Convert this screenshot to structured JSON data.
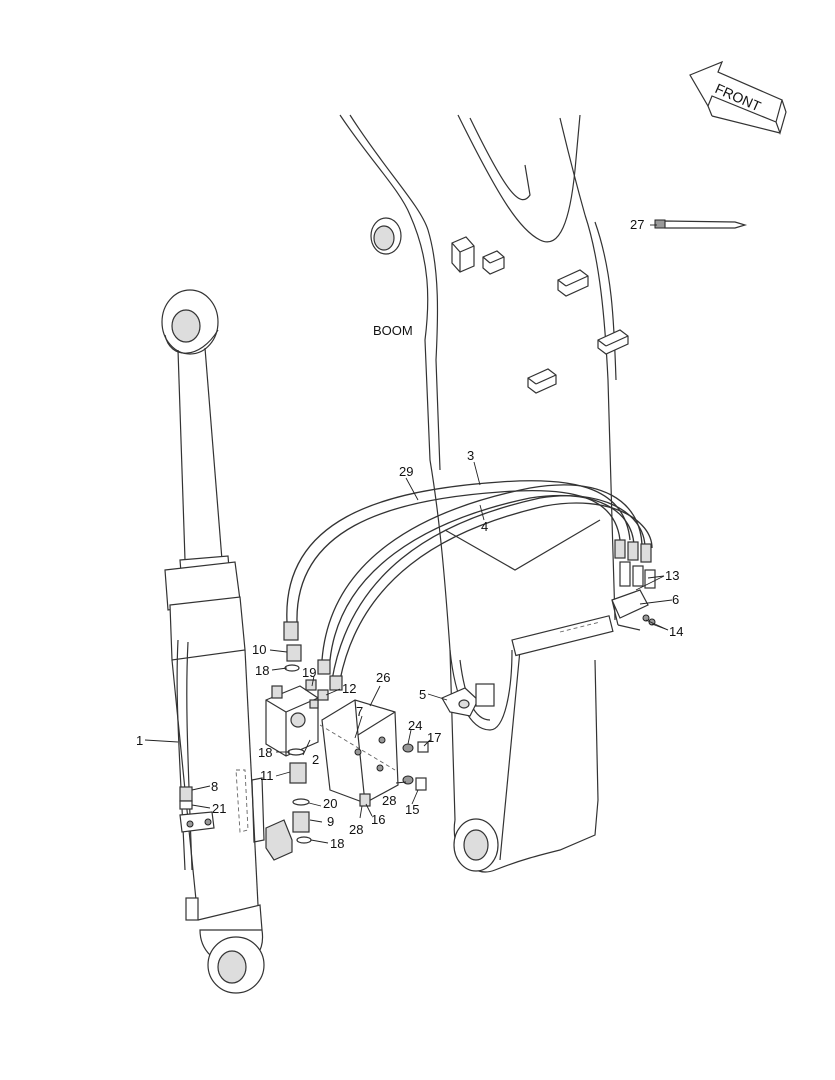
{
  "diagram": {
    "front_label": "FRONT",
    "boom_label": "BOOM",
    "callouts": [
      {
        "id": "c1",
        "text": "1"
      },
      {
        "id": "c2",
        "text": "2"
      },
      {
        "id": "c3",
        "text": "3"
      },
      {
        "id": "c4",
        "text": "4"
      },
      {
        "id": "c5",
        "text": "5"
      },
      {
        "id": "c6",
        "text": "6"
      },
      {
        "id": "c7",
        "text": "7"
      },
      {
        "id": "c8",
        "text": "8"
      },
      {
        "id": "c9",
        "text": "9"
      },
      {
        "id": "c10",
        "text": "10"
      },
      {
        "id": "c11",
        "text": "11"
      },
      {
        "id": "c12",
        "text": "12"
      },
      {
        "id": "c13",
        "text": "13"
      },
      {
        "id": "c14",
        "text": "14"
      },
      {
        "id": "c15",
        "text": "15"
      },
      {
        "id": "c16",
        "text": "16"
      },
      {
        "id": "c17",
        "text": "17"
      },
      {
        "id": "c18a",
        "text": "18"
      },
      {
        "id": "c18b",
        "text": "18"
      },
      {
        "id": "c18c",
        "text": "18"
      },
      {
        "id": "c19",
        "text": "19"
      },
      {
        "id": "c20",
        "text": "20"
      },
      {
        "id": "c21",
        "text": "21"
      },
      {
        "id": "c24",
        "text": "24"
      },
      {
        "id": "c26",
        "text": "26"
      },
      {
        "id": "c27",
        "text": "27"
      },
      {
        "id": "c28a",
        "text": "28"
      },
      {
        "id": "c28b",
        "text": "28"
      },
      {
        "id": "c29",
        "text": "29"
      }
    ]
  }
}
